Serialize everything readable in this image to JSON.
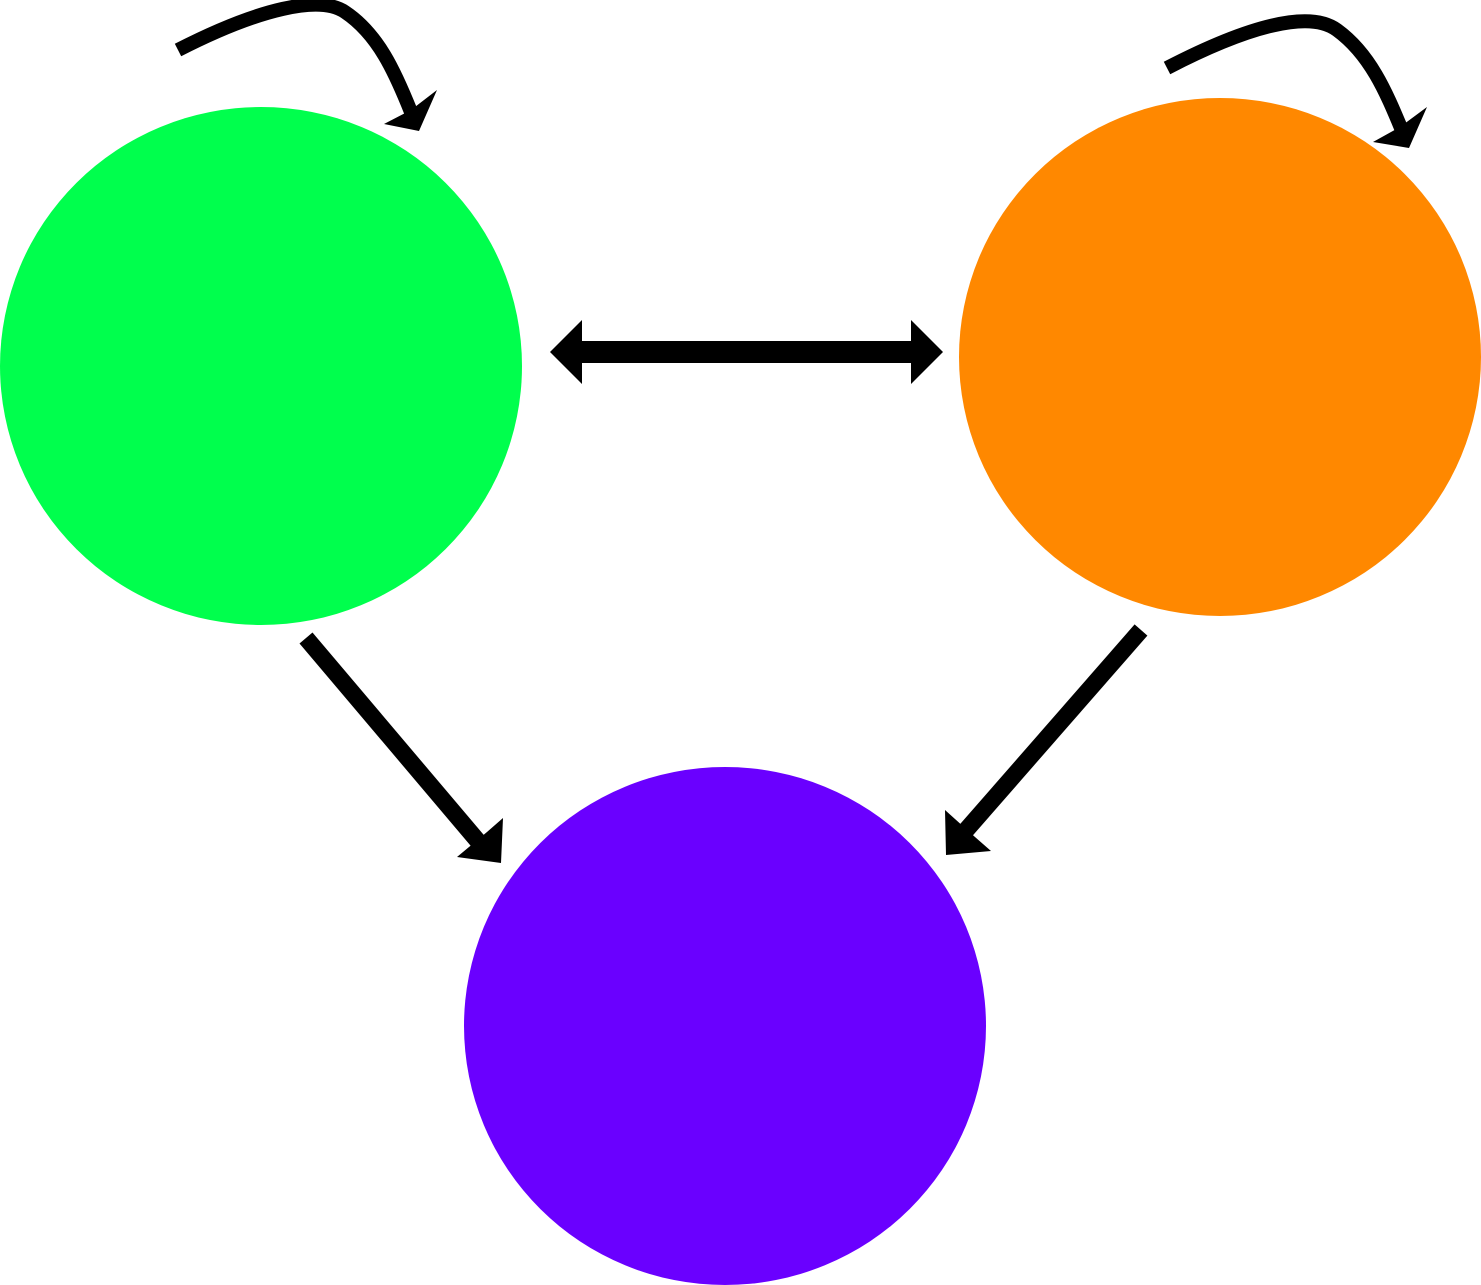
{
  "diagram": {
    "background": "#ffffff",
    "edge_color": "#000000",
    "nodes": [
      {
        "id": "green",
        "color": "#00ff4d"
      },
      {
        "id": "orange",
        "color": "#ff8800"
      },
      {
        "id": "purple",
        "color": "#6a00ff"
      }
    ],
    "edges": [
      {
        "from": "green",
        "to": "green",
        "kind": "self-loop",
        "direction": "forward"
      },
      {
        "from": "orange",
        "to": "orange",
        "kind": "self-loop",
        "direction": "forward"
      },
      {
        "from": "green",
        "to": "orange",
        "kind": "straight",
        "direction": "both"
      },
      {
        "from": "green",
        "to": "purple",
        "kind": "straight",
        "direction": "forward"
      },
      {
        "from": "orange",
        "to": "purple",
        "kind": "straight",
        "direction": "forward"
      }
    ]
  }
}
